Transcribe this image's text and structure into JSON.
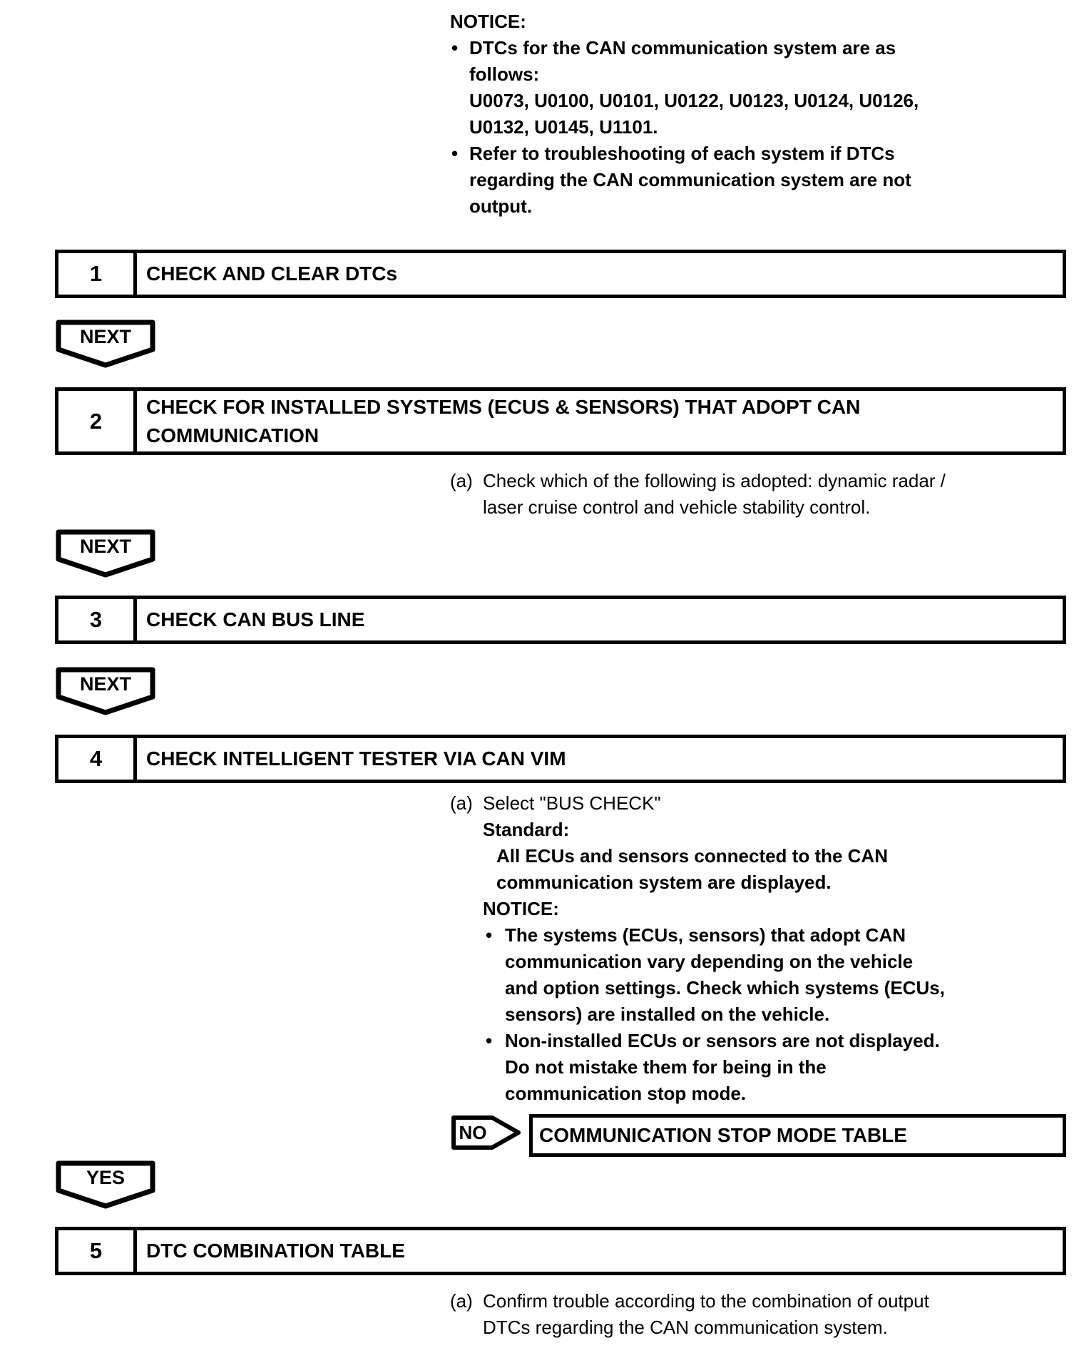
{
  "ui": {
    "bullet_char": "•"
  },
  "colors": {
    "ink": "#000000",
    "paper": "#ffffff"
  },
  "notice_top": {
    "heading": "NOTICE:",
    "bullets": [
      "DTCs for the CAN communication system are as\nfollows:\nU0073, U0100, U0101, U0122, U0123, U0124, U0126,\nU0132, U0145, U1101.",
      "Refer to troubleshooting of each system if DTCs\nregarding the CAN communication system are not\noutput."
    ]
  },
  "steps": [
    {
      "number": "1",
      "title": "CHECK AND CLEAR DTCs"
    },
    {
      "number": "2",
      "title": "CHECK FOR INSTALLED SYSTEMS (ECUS & SENSORS) THAT ADOPT CAN\nCOMMUNICATION"
    },
    {
      "number": "3",
      "title": "CHECK CAN BUS LINE"
    },
    {
      "number": "4",
      "title": "CHECK INTELLIGENT TESTER VIA CAN VIM"
    },
    {
      "number": "5",
      "title": "DTC COMBINATION TABLE"
    }
  ],
  "connectors": {
    "next": "NEXT",
    "yes": "YES"
  },
  "no_branch": {
    "label": "NO",
    "target": "COMMUNICATION STOP MODE TABLE"
  },
  "step2_detail": {
    "marker": "(a)",
    "text": "Check which of the following is adopted: dynamic radar /\nlaser cruise control and vehicle stability control."
  },
  "step4_detail": {
    "marker": "(a)",
    "select_line": "Select \"BUS CHECK\"",
    "standard_label": "Standard:",
    "standard_text": "All ECUs and sensors connected to the CAN\ncommunication system are displayed.",
    "notice_label": "NOTICE:",
    "bullets": [
      "The systems (ECUs, sensors) that adopt CAN\ncommunication vary depending on the vehicle\nand option settings. Check which systems (ECUs,\nsensors) are installed on the vehicle.",
      "Non-installed ECUs or sensors are not displayed.\nDo not mistake them for being in the\ncommunication stop mode."
    ]
  },
  "step5_detail": {
    "marker": "(a)",
    "text": "Confirm trouble according to the combination of output\nDTCs regarding the CAN communication system."
  }
}
